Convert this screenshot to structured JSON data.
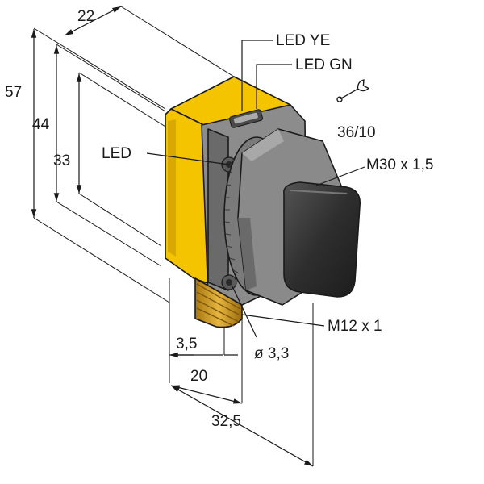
{
  "labels": {
    "led_ye": "LED YE",
    "led_gn": "LED GN",
    "led": "LED",
    "wrench_size": "36/10",
    "thread_front": "M30 x 1,5",
    "thread_connector": "M12 x 1",
    "hole_diameter": "ø 3,3"
  },
  "dimensions": {
    "depth_top": "22",
    "height_total": "57",
    "height_mid": "44",
    "height_inner": "33",
    "offset_small": "3,5",
    "width_20": "20",
    "width_total": "32,5"
  },
  "colors": {
    "housing_yellow": "#f5c400",
    "housing_yellow_dark": "#d8a900",
    "body_gray": "#8c8c8c",
    "body_gray_dark": "#6a6a6a",
    "lens_dark": "#2e2e2e",
    "connector_gold": "#c8961e"
  },
  "icons": [
    "wrench-icon"
  ]
}
